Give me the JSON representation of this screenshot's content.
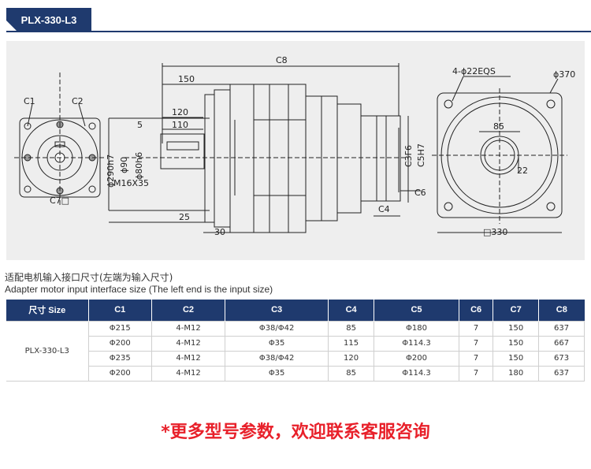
{
  "header": {
    "model_title": "PLX-330-L3"
  },
  "drawing": {
    "labels": {
      "c1": "C1",
      "c2": "C2",
      "c7": "C7□",
      "c8": "C8",
      "d150": "150",
      "d120": "120",
      "d5": "5",
      "d110": "110",
      "phi290": "ϕ290h7",
      "phi90": "ϕ90",
      "phi80": "ϕ80h6",
      "m16": "M16X35",
      "d25": "25",
      "d30": "30",
      "c3": "C3F6",
      "c5": "C5H7",
      "c4": "C4",
      "c6": "C6",
      "holes": "4-ϕ22EQS",
      "phi370": "ϕ370",
      "d85": "85",
      "d22": "22",
      "sq330": "□330"
    }
  },
  "captions": {
    "cn": "适配电机输入接口尺寸(左端为输入尺寸)",
    "en": "Adapter motor input interface size (The left end is the input size)"
  },
  "table": {
    "headers": [
      "尺寸 Size",
      "C1",
      "C2",
      "C3",
      "C4",
      "C5",
      "C6",
      "C7",
      "C8"
    ],
    "model": "PLX-330-L3",
    "rows": [
      [
        "Φ215",
        "4-M12",
        "Φ38/Φ42",
        "85",
        "Φ180",
        "7",
        "150",
        "637"
      ],
      [
        "Φ200",
        "4-M12",
        "Φ35",
        "115",
        "Φ114.3",
        "7",
        "150",
        "667"
      ],
      [
        "Φ235",
        "4-M12",
        "Φ38/Φ42",
        "120",
        "Φ200",
        "7",
        "150",
        "673"
      ],
      [
        "Φ200",
        "4-M12",
        "Φ35",
        "85",
        "Φ114.3",
        "7",
        "180",
        "637"
      ]
    ]
  },
  "footer": {
    "note": "*更多型号参数，欢迎联系客服咨询"
  },
  "colors": {
    "brand": "#1f3a6e",
    "accent_red": "#e8202a",
    "panel_bg": "#eeeeee"
  }
}
